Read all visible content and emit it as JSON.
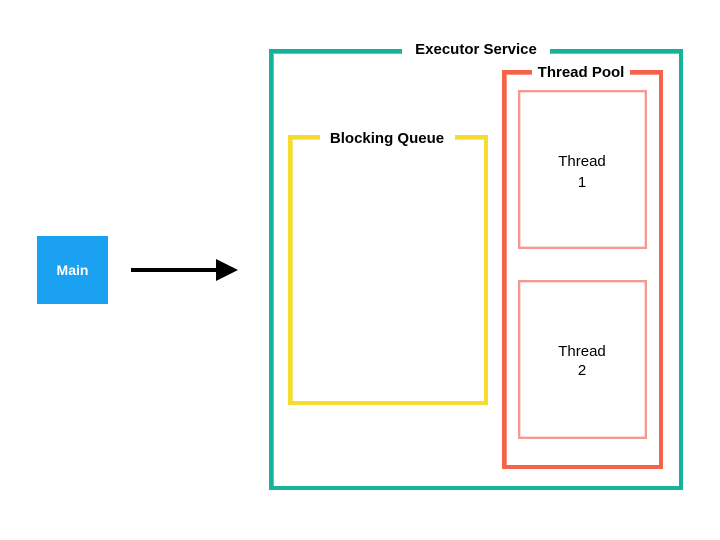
{
  "main_node": {
    "label": "Main",
    "color": "#1ba1f2"
  },
  "executor_service": {
    "label": "Executor Service",
    "color": "#14b39c"
  },
  "blocking_queue": {
    "label": "Blocking Queue",
    "color": "#f5dc2e"
  },
  "thread_pool": {
    "label": "Thread Pool",
    "color": "#f7624b",
    "threads": [
      {
        "line1": "Thread",
        "line2": "1"
      },
      {
        "line1": "Thread",
        "line2": "2"
      }
    ],
    "thread_color": "#f59a93"
  },
  "arrow": {
    "color": "#000000"
  }
}
